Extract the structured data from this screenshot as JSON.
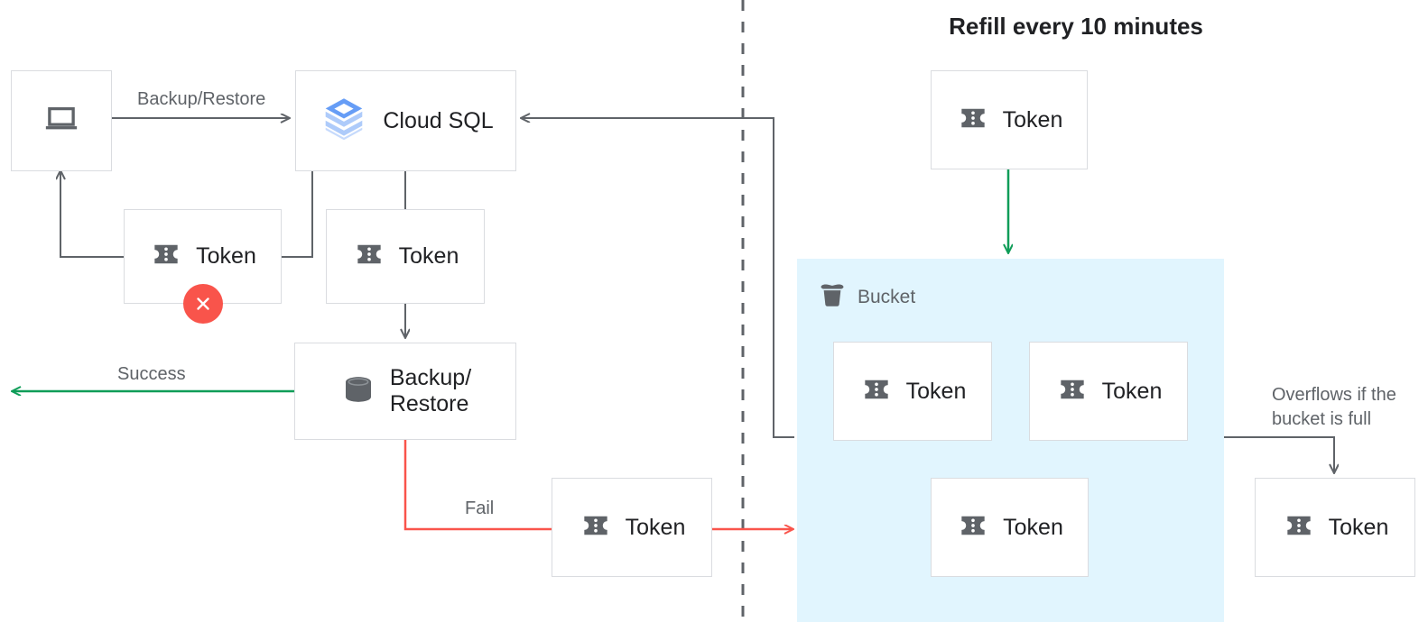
{
  "title": {
    "refill": "Refill every 10 minutes"
  },
  "nodes": {
    "client": {
      "label": "",
      "icon": "laptop-icon"
    },
    "cloudsql": {
      "label": "Cloud SQL",
      "icon": "cloud-sql-icon"
    },
    "token_failed": {
      "label": "Token",
      "icon": "token-icon",
      "badge": "error-x-badge"
    },
    "token_issued": {
      "label": "Token",
      "icon": "token-icon"
    },
    "backup_restore": {
      "label": "Backup/\nRestore",
      "icon": "database-icon"
    },
    "token_fail": {
      "label": "Token",
      "icon": "token-icon"
    },
    "token_refill": {
      "label": "Token",
      "icon": "token-icon"
    },
    "token_bucket_1": {
      "label": "Token",
      "icon": "token-icon"
    },
    "token_bucket_2": {
      "label": "Token",
      "icon": "token-icon"
    },
    "token_bucket_3": {
      "label": "Token",
      "icon": "token-icon"
    },
    "token_overflow": {
      "label": "Token",
      "icon": "token-icon"
    }
  },
  "bucket": {
    "title": "Bucket",
    "icon": "bucket-icon",
    "fill_color": "#e1f5fe"
  },
  "edges": {
    "backup_restore": "Backup/Restore",
    "success": "Success",
    "fail": "Fail",
    "overflow": "Overflows if the\nbucket is full"
  },
  "colors": {
    "success_green": "#0f9d58",
    "fail_red": "#f9544b",
    "line_gray": "#5f6368",
    "border_gray": "#dadce0",
    "icon_gray": "#5f6368",
    "text_dark": "#202124",
    "text_muted": "#5f6368",
    "bucket_blue": "#e1f5fe",
    "cloudsql_blue": "#4285f4"
  }
}
